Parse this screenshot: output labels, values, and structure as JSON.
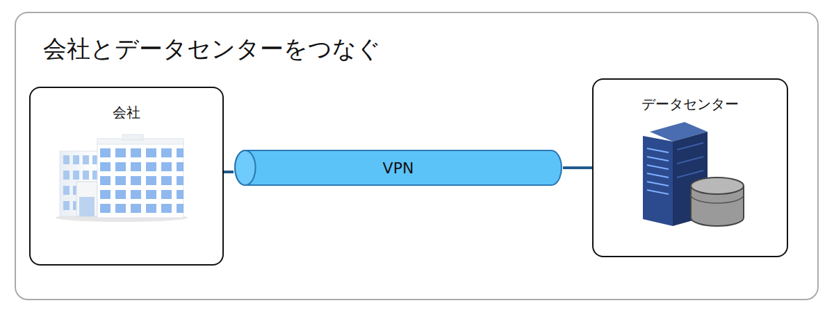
{
  "diagram": {
    "title": "会社とデータセンターをつなぐ",
    "nodes": [
      {
        "text": [
          "会社"
        ]
      },
      {
        "text": [
          "VPN"
        ]
      },
      {
        "text": [
          "データセンター"
        ]
      }
    ],
    "edges": [
      {
        "from": 0,
        "to": 1,
        "arrow": "none"
      },
      {
        "from": 1,
        "to": 2,
        "arrow": "none"
      }
    ]
  }
}
